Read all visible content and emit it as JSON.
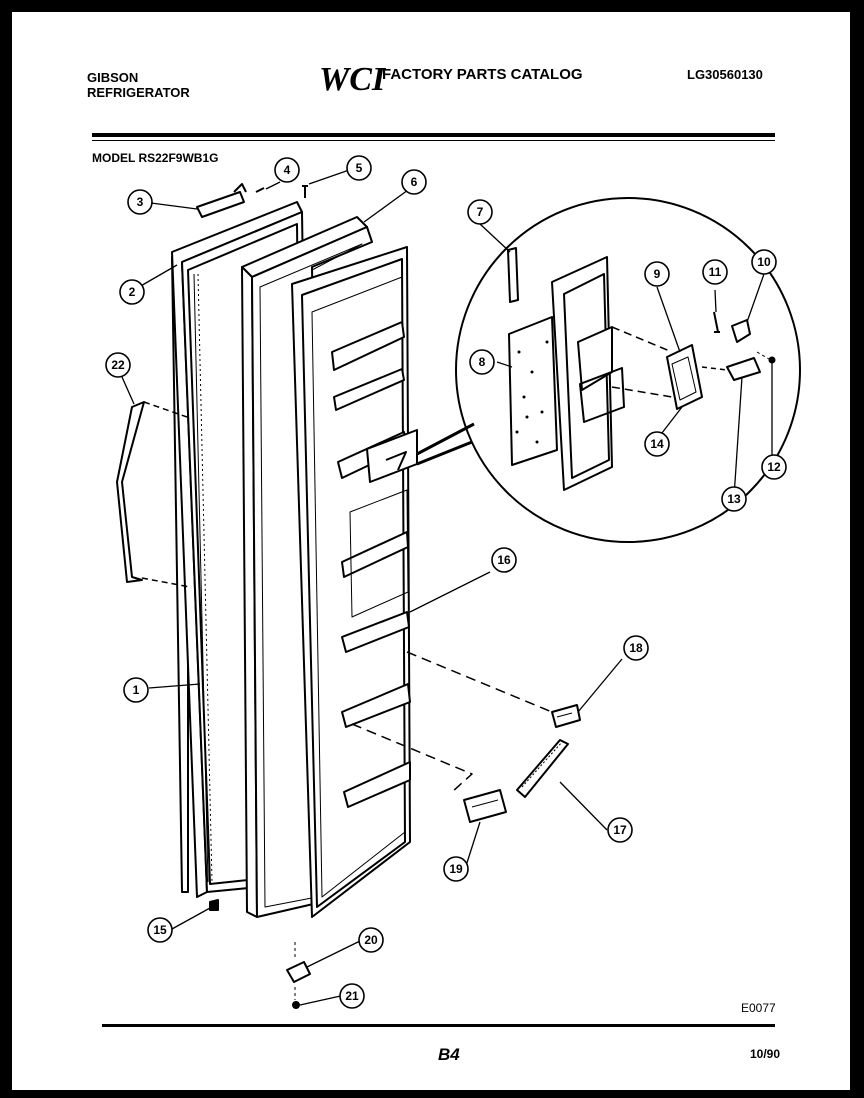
{
  "header": {
    "brand_line1": "GIBSON",
    "brand_line2": "REFRIGERATOR",
    "logo_text": "WCI",
    "catalog_title": "FACTORY PARTS CATALOG",
    "catalog_code": "LG30560130"
  },
  "model_label": "MODEL RS22F9WB1G",
  "footer": {
    "figure_code": "E0077",
    "page_number": "B4",
    "date": "10/90"
  },
  "callouts": {
    "c1": "1",
    "c2": "2",
    "c3": "3",
    "c4": "4",
    "c5": "5",
    "c6": "6",
    "c7": "7",
    "c8": "8",
    "c9": "9",
    "c10": "10",
    "c11": "11",
    "c12": "12",
    "c13": "13",
    "c14": "14",
    "c15": "15",
    "c16": "16",
    "c17": "17",
    "c18": "18",
    "c19": "19",
    "c20": "20",
    "c21": "21",
    "c22": "22"
  }
}
